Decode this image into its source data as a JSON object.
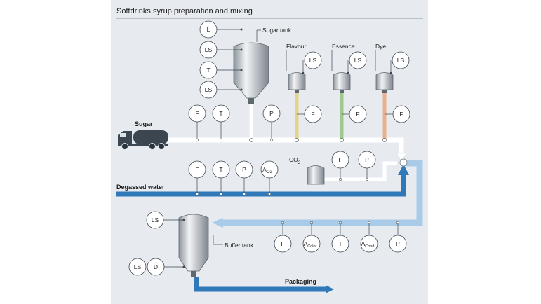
{
  "title": "Softdrinks syrup preparation and mixing",
  "labels": {
    "sugar_tank": "Sugar tank",
    "flavour": "Flavour",
    "essence": "Essence",
    "dye": "Dye",
    "sugar": "Sugar",
    "co2_main": "CO",
    "co2_sub": "2",
    "degassed_water": "Degassed water",
    "buffer_tank": "Buffer tank",
    "packaging": "Packaging"
  },
  "instruments": {
    "sugar_tank": [
      "L",
      "LS",
      "T",
      "LS"
    ],
    "flavour_top": "LS",
    "essence_top": "LS",
    "dye_top": "LS",
    "sugar_line": [
      "F",
      "T",
      "P"
    ],
    "flavour_line": "F",
    "essence_line": "F",
    "dye_line": "F",
    "co2_line": [
      "F",
      "P"
    ],
    "water_line": [
      "F",
      "T",
      "P"
    ],
    "water_ao2_main": "A",
    "water_ao2_sub": "O2",
    "buffer_return": [
      "F",
      "T",
      "P"
    ],
    "acolor_main": "A",
    "acolor_sub": "Color",
    "acond_main": "A",
    "acond_sub": "Cond",
    "buffer_top": "LS",
    "buffer_bottom": [
      "LS",
      "D"
    ]
  },
  "colors": {
    "background": "#e7ebf0",
    "pipe_blue": "#2f79b8",
    "pipe_light_blue": "#a9cbe8",
    "flavour_pipe": "#e3d28a",
    "essence_pipe": "#9ec98a",
    "dye_pipe": "#eab08e"
  }
}
